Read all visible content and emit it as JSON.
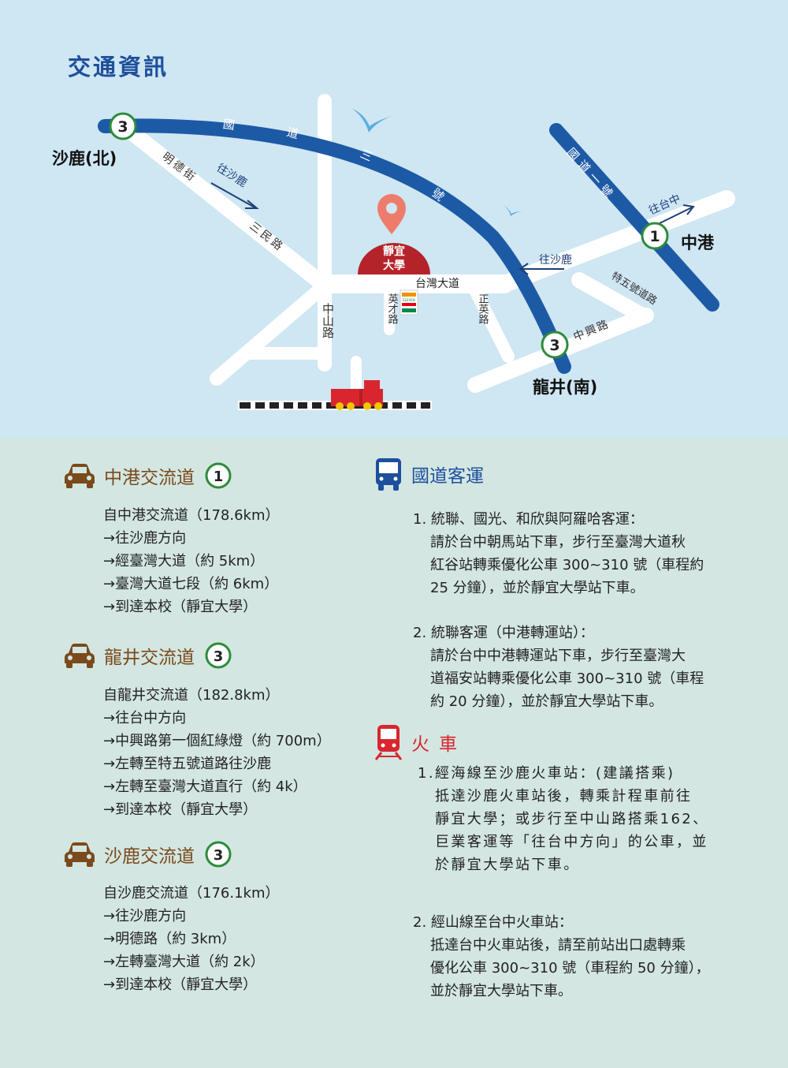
{
  "page": {
    "title": "交通資訊"
  },
  "map": {
    "places": {
      "shalu": "沙鹿(北)",
      "zhonggang": "中港",
      "longjing": "龍井(南)",
      "university_line1": "靜宜",
      "university_line2": "大學"
    },
    "roads": {
      "freeway3": [
        "國",
        "道",
        "三",
        "號"
      ],
      "freeway1": "國道一號",
      "minde": "明德街",
      "sanmin": "三民路",
      "taiwan_blvd": "台灣大道",
      "zhongshan": "中山路",
      "yingcai": "英才路",
      "zhengying": "正英路",
      "zhongxing": "中興路",
      "tewu": "特五號道路"
    },
    "directions": {
      "to_shalu_1": "往沙鹿",
      "to_shalu_2": "往沙鹿",
      "to_taichung": "往台中"
    },
    "shields": {
      "n3": "3",
      "n1": "1"
    },
    "store_label": "ELEVEN"
  },
  "colors": {
    "freeway": "#1d5aa6",
    "road": "#ffffff",
    "university": "#b5232a",
    "pin": "#ee7c6b",
    "train": "#d9262e",
    "shield_green": "#2e8b3a"
  },
  "sections": {
    "zhonggang": {
      "title": "中港交流道",
      "shield": "1",
      "lines": [
        "自中港交流道（178.6km）",
        "→往沙鹿方向",
        "→經臺灣大道（約 5km）",
        "→臺灣大道七段（約 6km）",
        "→到達本校（靜宜大學）"
      ]
    },
    "longjing": {
      "title": "龍井交流道",
      "shield": "3",
      "lines": [
        "自龍井交流道（182.8km）",
        "→往台中方向",
        "→中興路第一個紅綠燈（約 700m）",
        "→左轉至特五號道路往沙鹿",
        "→左轉至臺灣大道直行（約 4k）",
        "→到達本校（靜宜大學）"
      ]
    },
    "shalu": {
      "title": "沙鹿交流道",
      "shield": "3",
      "lines": [
        "自沙鹿交流道（176.1km）",
        "→往沙鹿方向",
        "→明德路（約 3km）",
        "→左轉臺灣大道（約 2k）",
        "→到達本校（靜宜大學）"
      ]
    },
    "bus": {
      "title": "國道客運",
      "items": [
        {
          "head": "1. 統聯、國光、和欣與阿羅哈客運：",
          "body": [
            "請於台中朝馬站下車，步行至臺灣大道秋",
            "紅谷站轉乘優化公車 300~310 號（車程約",
            "25 分鐘），並於靜宜大學站下車。"
          ]
        },
        {
          "head": "2. 統聯客運（中港轉運站）：",
          "body": [
            "請於台中中港轉運站下車，步行至臺灣大",
            "道福安站轉乘優化公車 300~310 號（車程",
            "約 20 分鐘），並於靜宜大學站下車。"
          ]
        }
      ]
    },
    "train": {
      "title": "火車",
      "items": [
        {
          "head": "1.經海線至沙鹿火車站：(建議搭乘)",
          "body": [
            "抵達沙鹿火車站後，轉乘計程車前往",
            "靜宜大學；或步行至中山路搭乘162、",
            "巨業客運等「往台中方向」的公車，並",
            "於靜宜大學站下車。"
          ]
        },
        {
          "head": "2. 經山線至台中火車站：",
          "body": [
            "抵達台中火車站後，請至前站出口處轉乘",
            "優化公車 300~310 號（車程約 50 分鐘），",
            "並於靜宜大學站下車。"
          ]
        }
      ]
    }
  }
}
